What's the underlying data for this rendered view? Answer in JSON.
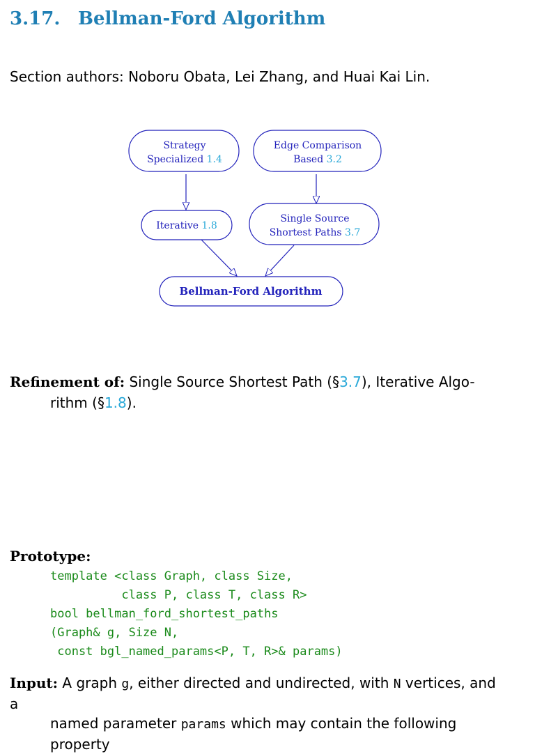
{
  "heading": {
    "number": "3.17.",
    "title": "Bellman-Ford Algorithm"
  },
  "authors": "Section authors: Noboru Obata, Lei Zhang, and Huai Kai Lin.",
  "diagram": {
    "strategy": {
      "line1": "Strategy",
      "line2": "Specialized",
      "ref": "1.4"
    },
    "edge": {
      "line1": "Edge Comparison",
      "line2": "Based",
      "ref": "3.2"
    },
    "iterative": {
      "line1": "Iterative",
      "ref": "1.8"
    },
    "sssp": {
      "line1": "Single Source",
      "line2": "Shortest Paths",
      "ref": "3.7"
    },
    "bellman": {
      "line1": "Bellman-Ford Algorithm"
    }
  },
  "refinement": {
    "label": "Refinement of:",
    "text1": " Single Source Shortest Path (§",
    "ref1": "3.7",
    "text2": "), Iterative Algo-",
    "text3": "rithm (§",
    "ref2": "1.8",
    "text4": ")."
  },
  "prototype": {
    "label": "Prototype:",
    "code": "template <class Graph, class Size,\n          class P, class T, class R>\nbool bellman_ford_shortest_paths\n(Graph& g, Size N,\n const bgl_named_params<P, T, R>& params)"
  },
  "input": {
    "label": "Input:",
    "t1": " A graph ",
    "g": "g",
    "t2": ", either directed and undirected, with ",
    "n": "N",
    "t3": " vertices, and a",
    "t4": "named parameter ",
    "params": "params",
    "t5": " which may contain the following property"
  }
}
